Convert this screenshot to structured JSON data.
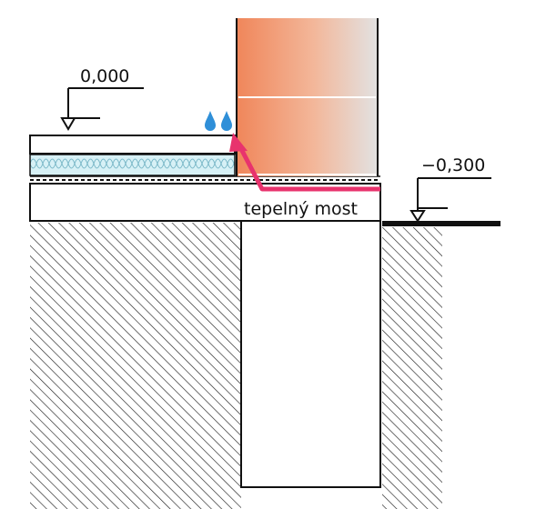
{
  "labels": {
    "level_floor": "0,000",
    "level_ground": "−0,300",
    "thermal_bridge": "tepelný most"
  },
  "colors": {
    "line": "#111111",
    "arrow": "#e8336d",
    "drop": "#2f8fd8",
    "brick_warm": "#f0865a",
    "brick_cool": "#e2e2e2",
    "insulation": "#d7f1f6",
    "insulation_line": "#7ab8c8",
    "hatch": "#222222"
  },
  "icons": {
    "water": "water-drop-icon"
  }
}
